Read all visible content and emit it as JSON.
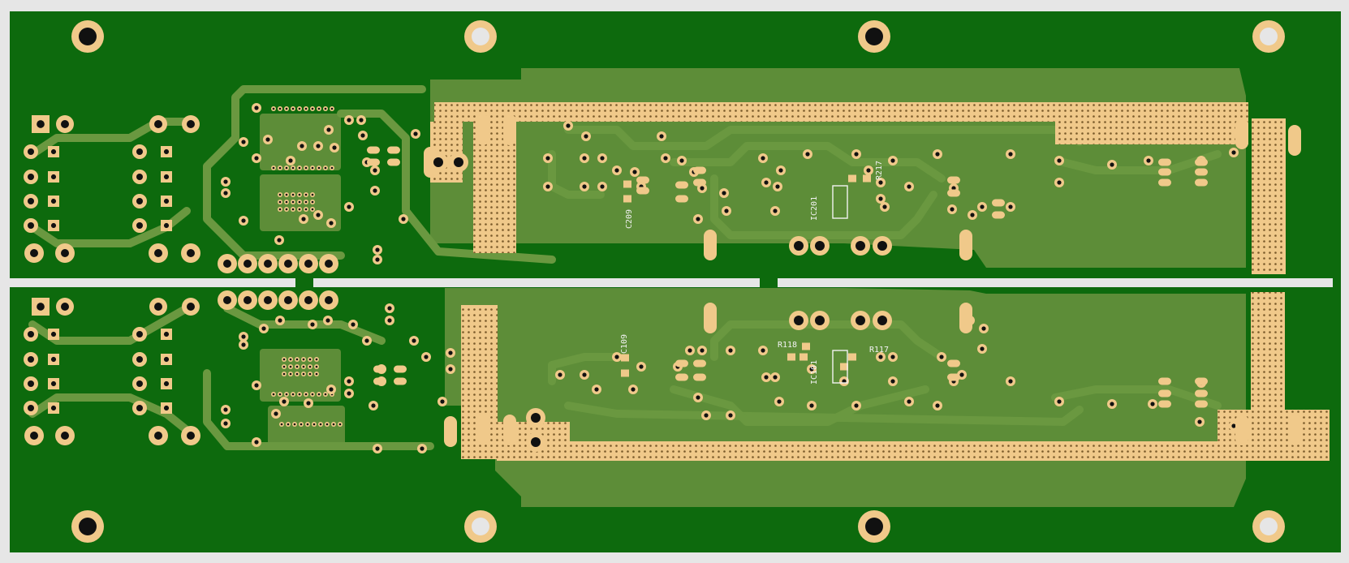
{
  "colors": {
    "background": "#e6e6e6",
    "substrate": "#0d6a0d",
    "copper_pour": "#5d8d38",
    "trace": "#6a9840",
    "pad": "#f0c98a",
    "drill": "#111111",
    "drill_light": "#e6e6e6",
    "silkscreen": "#f2f2f2",
    "slot": "#e6e6e6"
  },
  "labels": [
    {
      "id": "c209",
      "text": "C209"
    },
    {
      "id": "ic201",
      "text": "IC201"
    },
    {
      "id": "r217",
      "text": "R217"
    },
    {
      "id": "c109",
      "text": "C109"
    },
    {
      "id": "r118",
      "text": "R118"
    },
    {
      "id": "r117",
      "text": "R117"
    },
    {
      "id": "ic101",
      "text": "IC101"
    }
  ]
}
